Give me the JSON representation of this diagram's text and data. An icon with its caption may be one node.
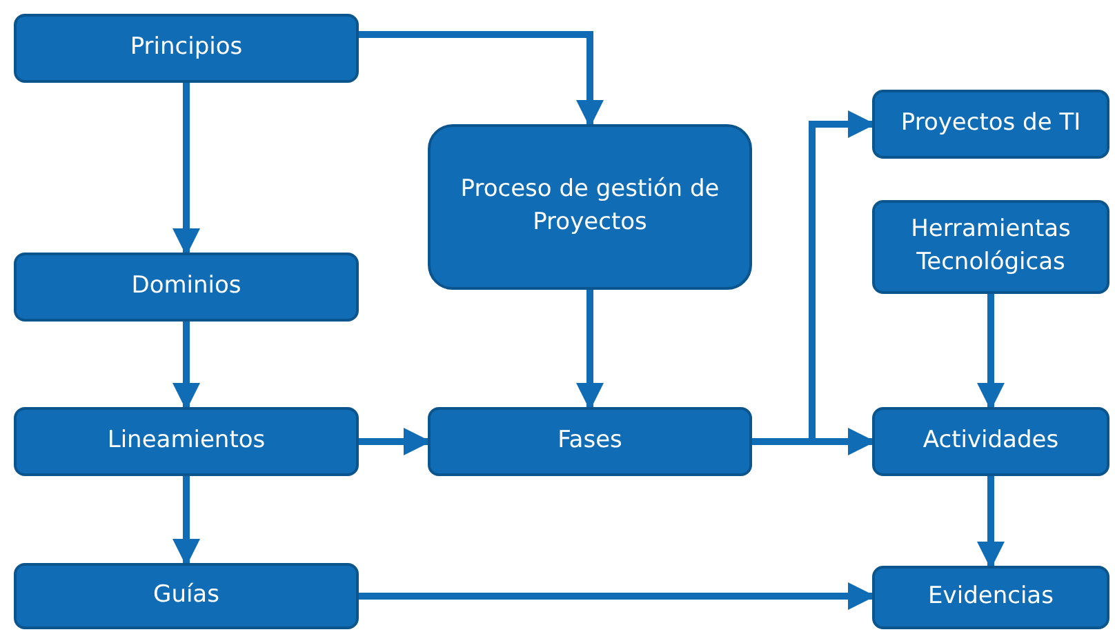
{
  "diagram": {
    "nodes": [
      {
        "text": [
          "Principios"
        ]
      },
      {
        "text": [
          "Proceso de gestión de Proyectos"
        ]
      },
      {
        "text": [
          "Proyectos de TI"
        ]
      },
      {
        "text": [
          "Herramientas Tecnológicas"
        ]
      },
      {
        "text": [
          "Dominios"
        ]
      },
      {
        "text": [
          "Lineamientos"
        ]
      },
      {
        "text": [
          "Fases"
        ]
      },
      {
        "text": [
          "Actividades"
        ]
      },
      {
        "text": [
          "Guías"
        ]
      },
      {
        "text": [
          "Evidencias"
        ]
      }
    ],
    "edges": [
      {
        "from": 0,
        "to": 4,
        "arrow": "to"
      },
      {
        "from": 0,
        "to": 1,
        "arrow": "to"
      },
      {
        "from": 1,
        "to": 6,
        "arrow": "to"
      },
      {
        "from": 4,
        "to": 5,
        "arrow": "to"
      },
      {
        "from": 5,
        "to": 6,
        "arrow": "to"
      },
      {
        "from": 6,
        "to": 2,
        "arrow": "to"
      },
      {
        "from": 6,
        "to": 7,
        "arrow": "to"
      },
      {
        "from": 3,
        "to": 7,
        "arrow": "to"
      },
      {
        "from": 5,
        "to": 8,
        "arrow": "to"
      },
      {
        "from": 8,
        "to": 9,
        "arrow": "to"
      },
      {
        "from": 7,
        "to": 9,
        "arrow": "to"
      }
    ]
  }
}
